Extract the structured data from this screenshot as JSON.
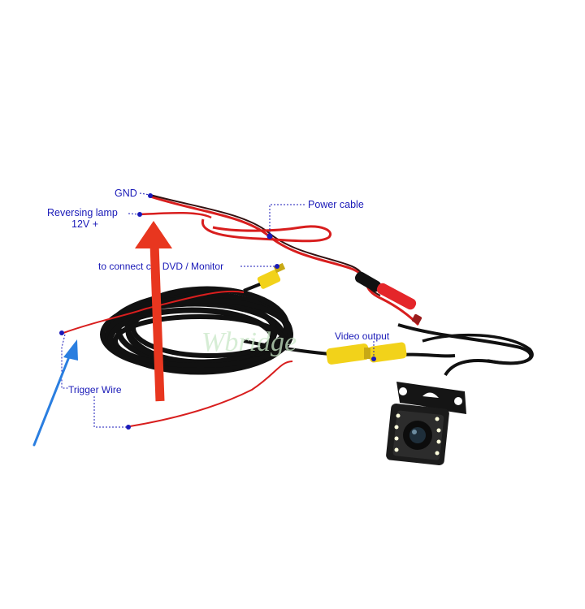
{
  "labels": {
    "gnd": "GND",
    "reversing_lamp_line1": "Reversing lamp",
    "reversing_lamp_line2": "12V +",
    "power_cable": "Power  cable",
    "dvd_monitor": "to connect car DVD / Monitor",
    "video_output": "Video output",
    "trigger_wire": "Trigger Wire"
  },
  "watermark": "Wbridge",
  "colors": {
    "label_text": "#1a1ab8",
    "leader_dot": "#1a1ab8",
    "red_wire": "#d81e1e",
    "black_cable": "#111111",
    "rca_yellow": "#f2d21a",
    "red_arrow": "#e8361f",
    "blue_arrow": "#2a7ee0",
    "watermark": "#bfe3bd"
  },
  "icons": [
    "camera-icon",
    "rca-connector-icon",
    "red-arrow-icon",
    "blue-arrow-icon"
  ]
}
